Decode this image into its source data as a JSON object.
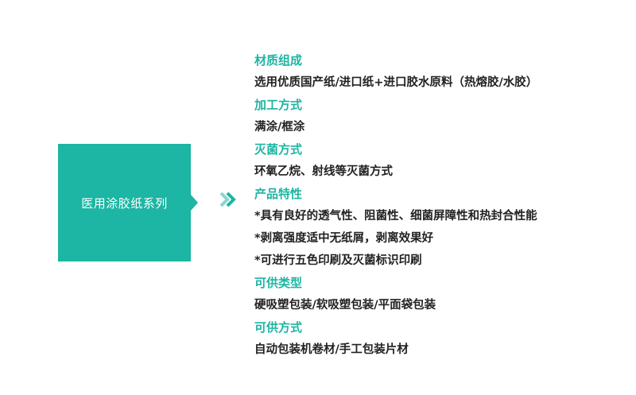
{
  "category": {
    "title": "医用涂胶纸系列"
  },
  "colors": {
    "accent": "#1db5a3",
    "text": "#222222"
  },
  "icons": {
    "divider": "double-chevron-right-icon"
  },
  "specs": [
    {
      "heading": "材质组成",
      "lines": [
        "选用优质国产纸/进口纸+进口胶水原料（热熔胶/水胶）"
      ]
    },
    {
      "heading": "加工方式",
      "lines": [
        "满涂/框涂"
      ]
    },
    {
      "heading": "灭菌方式",
      "lines": [
        "环氧乙烷、射线等灭菌方式"
      ]
    },
    {
      "heading": "产品特性",
      "lines": [
        "*具有良好的透气性、阻菌性、细菌屏障性和热封合性能",
        "*剥离强度适中无纸屑，剥离效果好",
        "*可进行五色印刷及灭菌标识印刷"
      ]
    },
    {
      "heading": "可供类型",
      "lines": [
        "硬吸塑包装/软吸塑包装/平面袋包装"
      ]
    },
    {
      "heading": "可供方式",
      "lines": [
        "自动包装机卷材/手工包装片材"
      ]
    }
  ]
}
